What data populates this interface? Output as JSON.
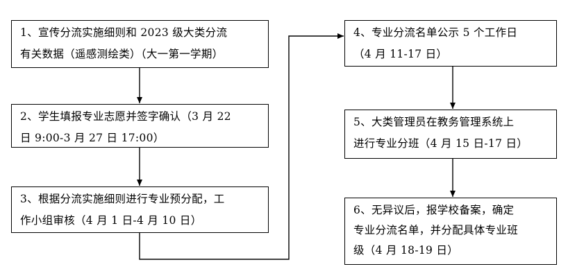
{
  "steps": [
    {
      "lines": [
        "1、宣传分流实施细则和 2023 级大类分流",
        "有关数据（遥感测绘类）（大一第一学期）"
      ]
    },
    {
      "lines": [
        "2、学生填报专业志愿并签字确认（3 月 22",
        "日 9:00-3 月 27 日 17:00）"
      ]
    },
    {
      "lines": [
        "3、根据分流实施细则进行专业预分配，工",
        "作小组审核（4 月 1 日-4 月 10 日）"
      ]
    },
    {
      "lines": [
        "4、专业分流名单公示 5 个工作日",
        "（4 月 11-17 日）"
      ]
    },
    {
      "lines": [
        "5、大类管理员在教务管理系统上",
        "进行专业分班（4 月 15 日-17 日）"
      ]
    },
    {
      "lines": [
        "6、无异议后，报学校备案，确定",
        "专业分流名单，并分配具体专业班",
        "级（4 月 18-19 日）"
      ]
    }
  ]
}
